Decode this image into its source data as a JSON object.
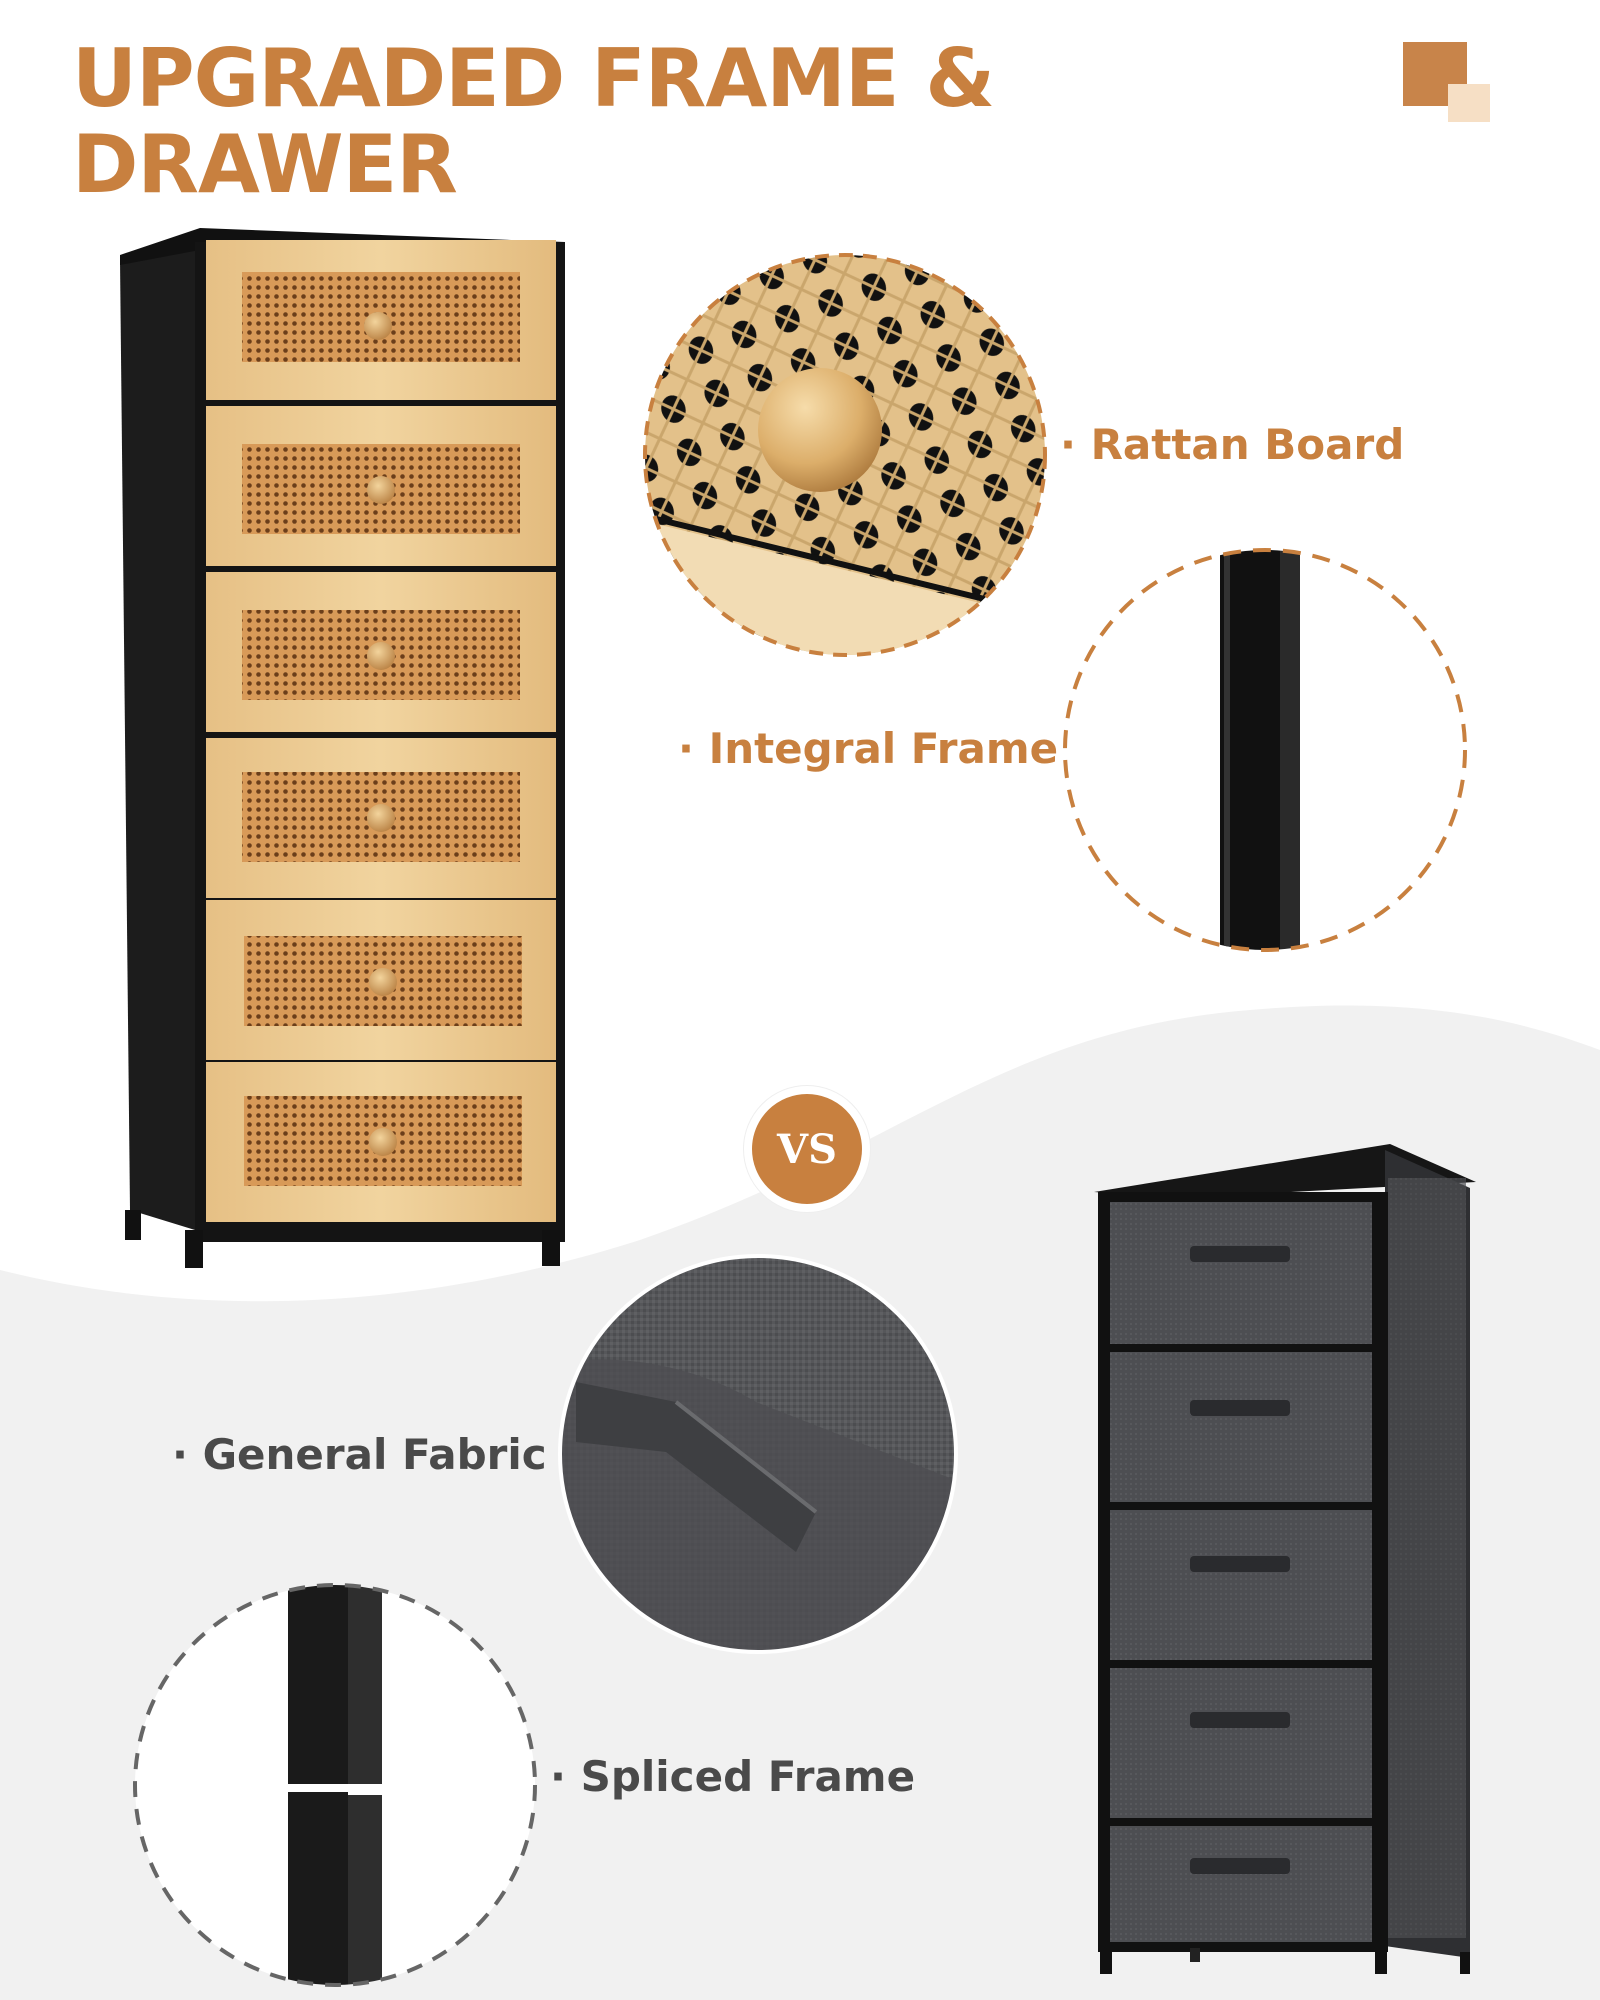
{
  "header": {
    "title_line1": "UPGRADED FRAME &",
    "title_line2": "DRAWER"
  },
  "badge": {
    "vs": "VS"
  },
  "labels": {
    "rattan_board": "· Rattan Board",
    "integral_frame": "· Integral Frame",
    "general_fabric": "· General Fabric",
    "spliced_frame": "· Spliced Frame"
  },
  "colors": {
    "accent": "#c8803f",
    "accent_light": "#f6dfc5",
    "background_bottom": "#f1f1f1",
    "fabric_gray": "#4a4b4e",
    "frame_black": "#111111",
    "wood": "#e9c690"
  },
  "products": {
    "upgraded_dresser": {
      "drawer_count": 6,
      "material": "rattan"
    },
    "general_dresser": {
      "drawer_count": 5,
      "material": "fabric"
    }
  }
}
